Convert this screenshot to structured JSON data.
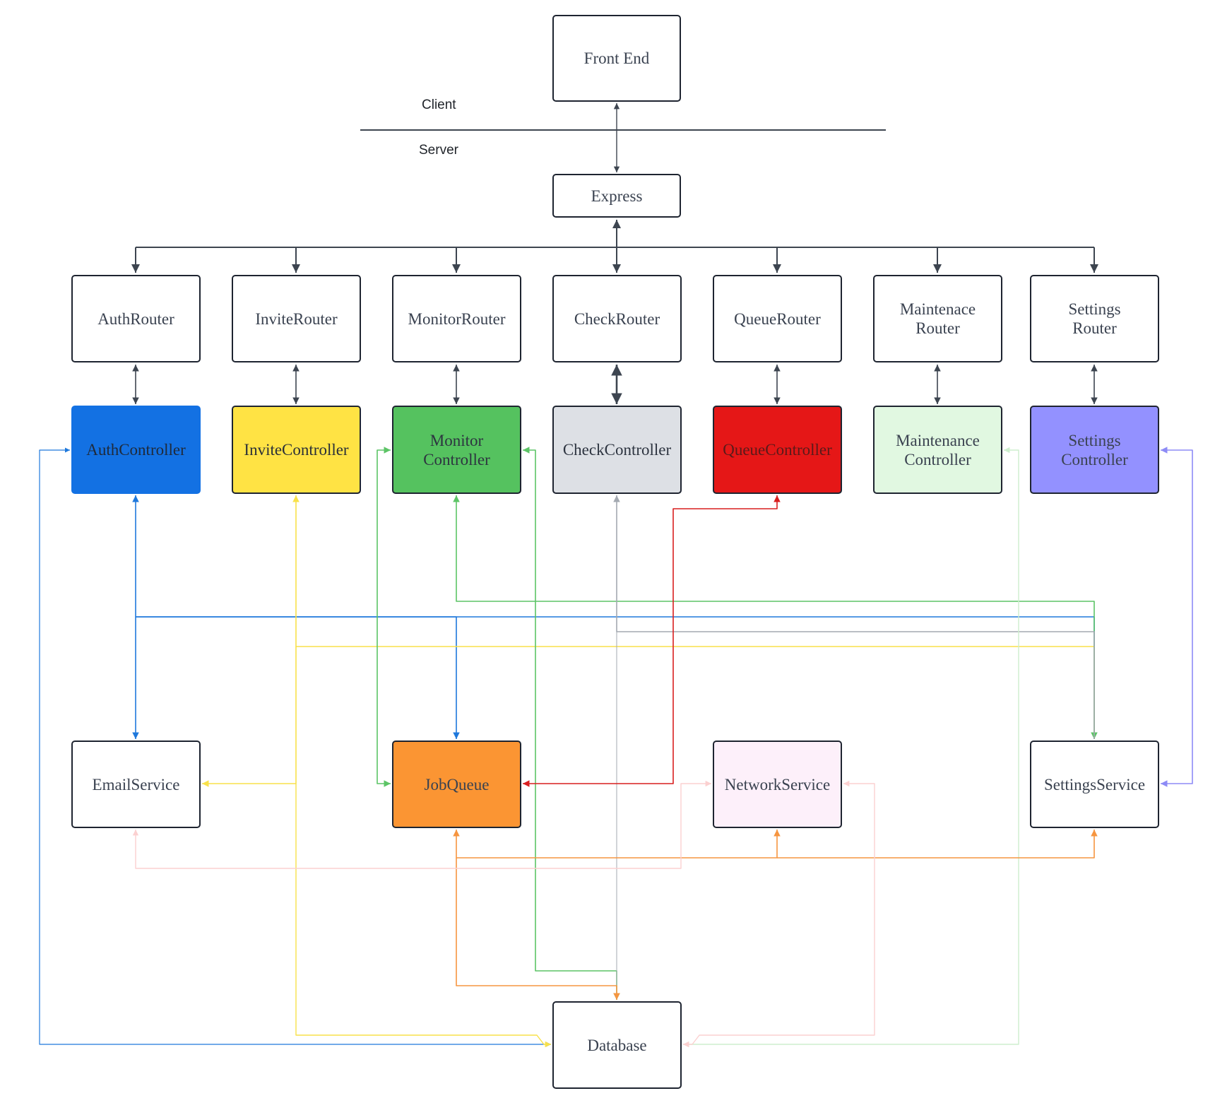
{
  "labels": {
    "client": "Client",
    "server": "Server"
  },
  "nodes": {
    "front_end": {
      "label": "Front End"
    },
    "express": {
      "label": "Express"
    },
    "auth_router": {
      "label": "AuthRouter"
    },
    "invite_router": {
      "label": "InviteRouter"
    },
    "monitor_router": {
      "label": "MonitorRouter"
    },
    "check_router": {
      "label": "CheckRouter"
    },
    "queue_router": {
      "label": "QueueRouter"
    },
    "maintenance_router": {
      "label": "Maintenace\nRouter"
    },
    "settings_router": {
      "label": "Settings\nRouter"
    },
    "auth_controller": {
      "label": "AuthController",
      "fill": "#1371e3"
    },
    "invite_controller": {
      "label": "InviteController",
      "fill": "#ffe344"
    },
    "monitor_controller": {
      "label": "Monitor\nController",
      "fill": "#55c25f"
    },
    "check_controller": {
      "label": "CheckController",
      "fill": "#dde0e5"
    },
    "queue_controller": {
      "label": "QueueController",
      "fill": "#e51717"
    },
    "maintenance_controller": {
      "label": "Maintenance\nController",
      "fill": "#e1f8e1"
    },
    "settings_controller": {
      "label": "Settings\nController",
      "fill": "#9391ff"
    },
    "email_service": {
      "label": "EmailService"
    },
    "job_queue": {
      "label": "JobQueue",
      "fill": "#fb9533"
    },
    "network_service": {
      "label": "NetworkService",
      "fill": "#fdf0fa"
    },
    "settings_service": {
      "label": "SettingsService"
    },
    "database": {
      "label": "Database"
    }
  },
  "connection_colors": {
    "structure": "#3d4550",
    "auth": "#1e78dc",
    "invite": "#f8e14a",
    "monitor": "#5cc466",
    "check": "#a3a9b1",
    "queue": "#d81f1f",
    "maintenance": "#cdeecd",
    "settings": "#8d8bf6",
    "jobqueue": "#f69540",
    "network": "#fbd0d0"
  }
}
